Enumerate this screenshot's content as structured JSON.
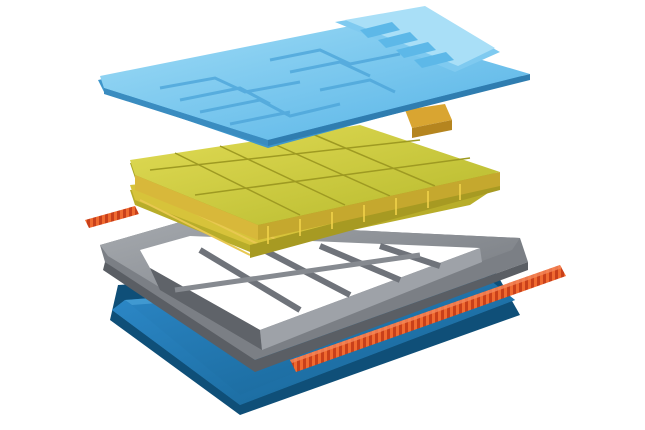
{
  "scene": {
    "subject": "exploded-battery-module",
    "layers": [
      {
        "name": "cooling-plate-cover",
        "color": "#6ec6ef"
      },
      {
        "name": "cell-module-upper",
        "color": "#cfd03a"
      },
      {
        "name": "cell-module-lower",
        "color": "#cfd03a"
      },
      {
        "name": "module-frame",
        "color": "#8c9096"
      },
      {
        "name": "base-plate",
        "color": "#1f78b4"
      }
    ],
    "accent_colors": {
      "coolant_line": "#e0541f",
      "connector_block": "#d9a531",
      "busbar": "#f1d24a"
    }
  }
}
